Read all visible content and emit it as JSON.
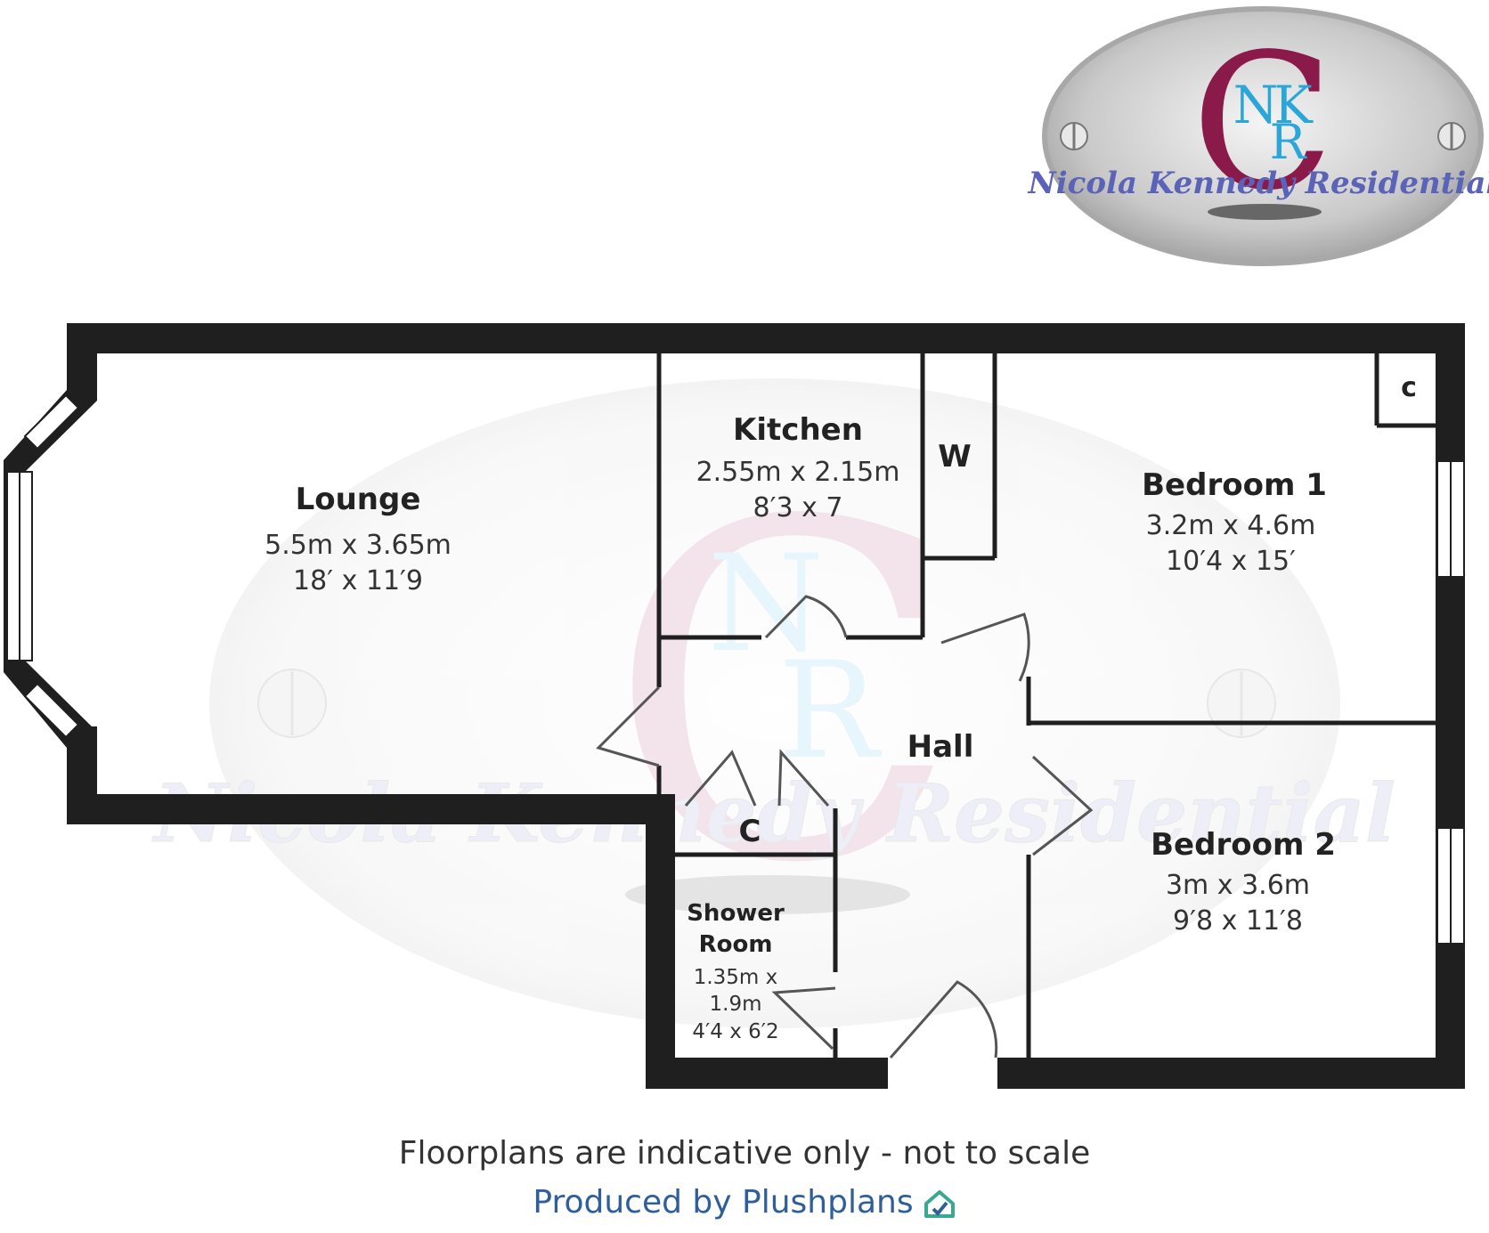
{
  "logo": {
    "monogram_c": "C",
    "monogram_n": "N",
    "monogram_k": "K",
    "monogram_r": "R",
    "company": "Nicola Kennedy Residential",
    "ring_color": "#8a1a4a",
    "letter_color": "#2aa7d8"
  },
  "rooms": {
    "lounge": {
      "name": "Lounge",
      "metric": "5.5m x 3.65m",
      "imperial": "18′ x 11′9"
    },
    "kitchen": {
      "name": "Kitchen",
      "metric": "2.55m x 2.15m",
      "imperial": "8′3 x 7"
    },
    "wardrobe": {
      "name": "W"
    },
    "bedroom1": {
      "name": "Bedroom 1",
      "metric": "3.2m x 4.6m",
      "imperial": "10′4 x 15′"
    },
    "bedroom1_cupboard": {
      "name": "c"
    },
    "hall": {
      "name": "Hall"
    },
    "cupboard": {
      "name": "C"
    },
    "bedroom2": {
      "name": "Bedroom 2",
      "metric": "3m x 3.6m",
      "imperial": "9′8 x 11′8"
    },
    "shower": {
      "name_line1": "Shower",
      "name_line2": "Room",
      "metric_line1": "1.35m x",
      "metric_line2": "1.9m",
      "imperial": "4′4 x 6′2"
    }
  },
  "footer": {
    "note": "Floorplans are indicative only - not to scale",
    "credit": "Produced by Plushplans",
    "credit_color": "#2f5f9a"
  },
  "colors": {
    "wall": "#1f1f1f",
    "floor": "#ffffff"
  }
}
